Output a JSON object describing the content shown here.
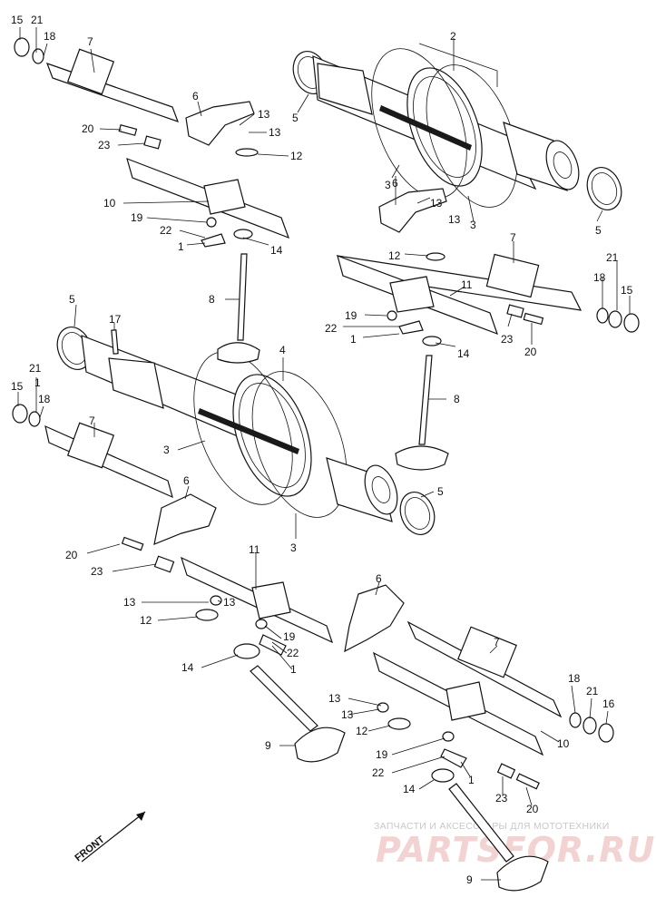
{
  "part_numbers": {
    "p1": "1",
    "p2": "2",
    "p3": "3",
    "p4": "4",
    "p5": "5",
    "p6": "6",
    "p7": "7",
    "p8": "8",
    "p9": "9",
    "p10": "10",
    "p11": "11",
    "p12": "12",
    "p13": "13",
    "p14": "14",
    "p15": "15",
    "p16": "16",
    "p17": "17",
    "p18": "18",
    "p19": "19",
    "p20": "20",
    "p21": "21",
    "p22": "22",
    "p23": "23"
  },
  "front_label": "FRONT",
  "watermark": {
    "tagline": "ЗАПЧАСТИ И АКСЕССУАРЫ ДЛЯ МОТОТЕХНИКИ",
    "logo": "PARTSFOR.RU"
  }
}
